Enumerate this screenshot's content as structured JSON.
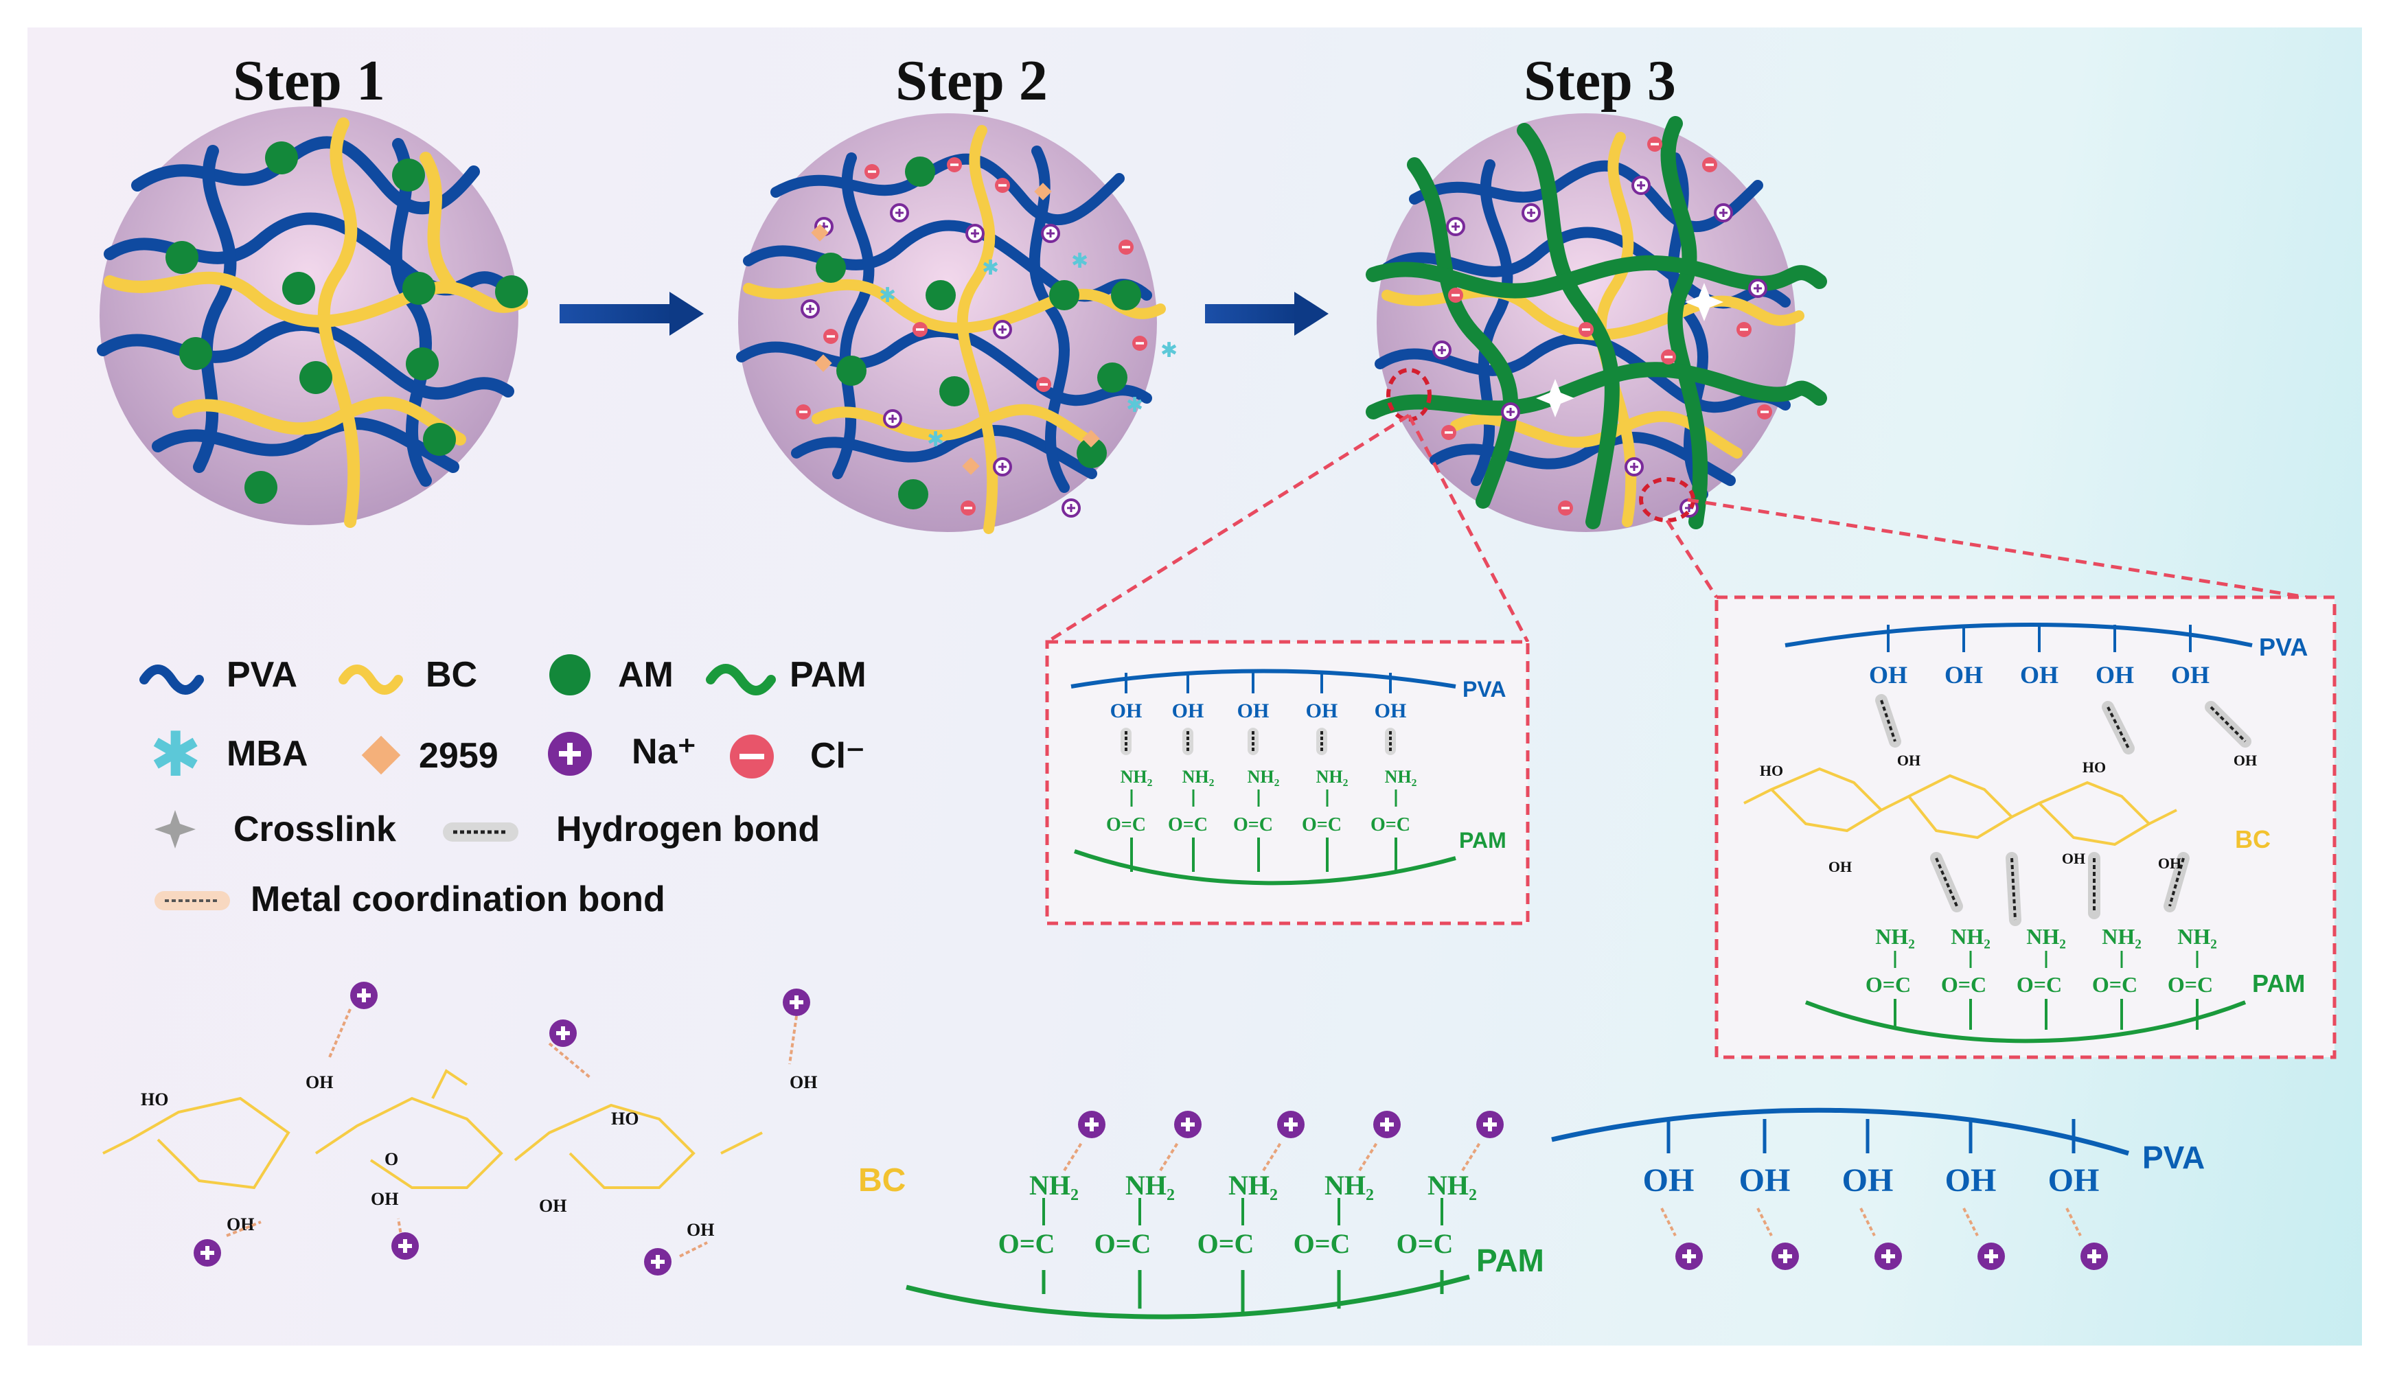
{
  "steps": [
    "Step 1",
    "Step 2",
    "Step 3"
  ],
  "legend": {
    "pva": "PVA",
    "bc": "BC",
    "am": "AM",
    "pam": "PAM",
    "mba": "MBA",
    "i2959": "2959",
    "na": "Na⁺",
    "cl": "Cl⁻",
    "crosslink": "Crosslink",
    "hbond": "Hydrogen bond",
    "metal": "Metal coordination bond"
  },
  "chem": {
    "oh": "OH",
    "nh2": "NH₂",
    "co": "O=C",
    "ho": "HO",
    "o": "O",
    "pva": "PVA",
    "pam": "PAM",
    "bc": "BC"
  },
  "colors": {
    "pva": "#0f4aa0",
    "bc": "#f6cc45",
    "am": "#13883a",
    "pam": "#1a9a3c",
    "na": "#7a2a9a",
    "cl": "#e8556a",
    "mba": "#5cc8d8",
    "i2959": "#f4b07a",
    "inset": "#e84a5f"
  }
}
